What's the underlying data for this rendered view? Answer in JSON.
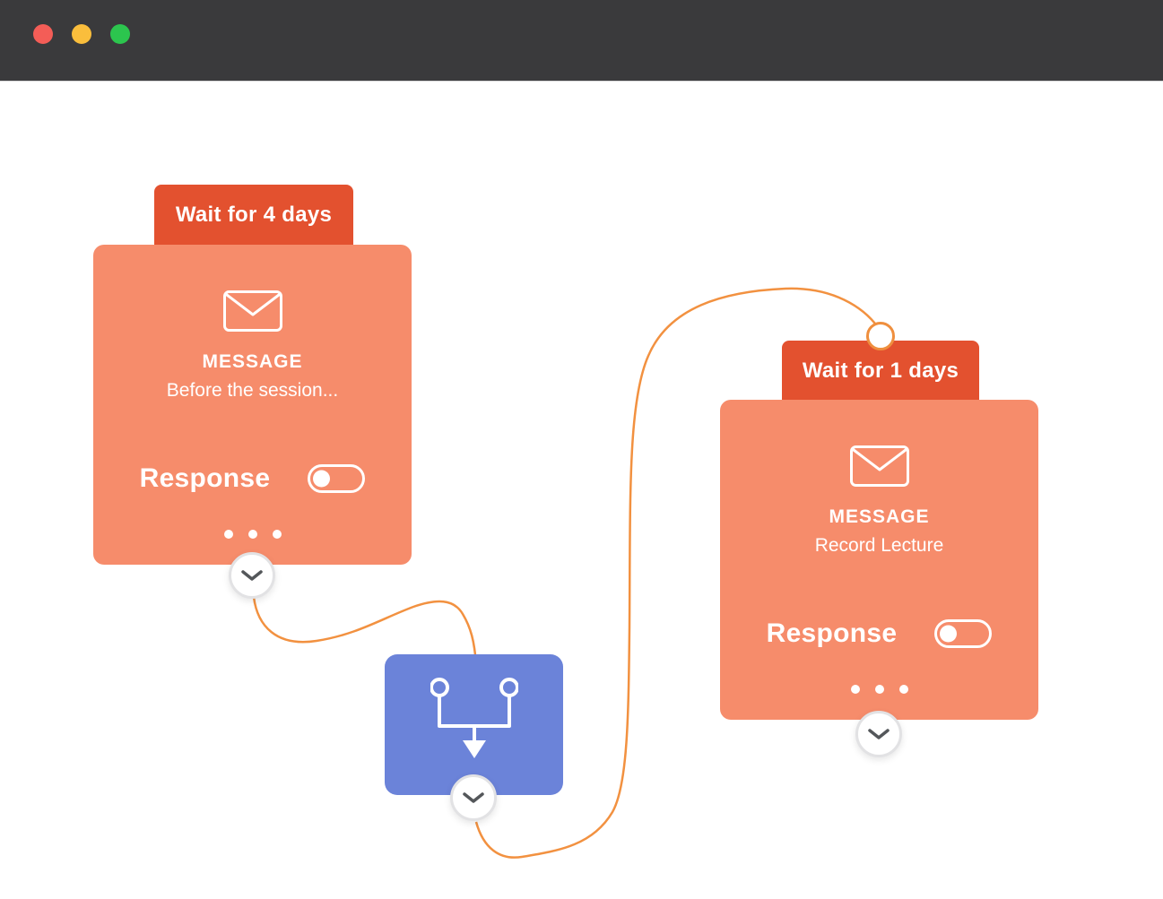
{
  "window": {
    "controls": [
      {
        "name": "close",
        "color": "#f45d57"
      },
      {
        "name": "minimize",
        "color": "#fabe3c"
      },
      {
        "name": "zoom",
        "color": "#2cc54e"
      }
    ],
    "titlebar_color": "#3a3a3c"
  },
  "colors": {
    "wait_tab": "#e3512f",
    "message_card": "#f68c6b",
    "branch_node": "#6b83d9",
    "connector_line": "#f29140",
    "canvas_background": "#ffffff"
  },
  "nodes": [
    {
      "id": "message-1",
      "kind": "message",
      "wait_label": "Wait for 4 days",
      "icon": "envelope-icon",
      "type_label": "MESSAGE",
      "title": "Before the session...",
      "response_label": "Response",
      "response_state": "off",
      "menu": "three-dots",
      "expander": "chevron-down"
    },
    {
      "id": "branch-1",
      "kind": "branch",
      "icon": "branch-split-icon",
      "expander": "chevron-down"
    },
    {
      "id": "message-2",
      "kind": "message",
      "wait_label": "Wait for 1 days",
      "icon": "envelope-icon",
      "type_label": "MESSAGE",
      "title": "Record Lecture",
      "response_label": "Response",
      "response_state": "off",
      "menu": "three-dots",
      "expander": "chevron-down",
      "incoming_connector": true
    }
  ],
  "connectors": [
    {
      "from": "message-1",
      "to": "branch-1"
    },
    {
      "from": "branch-1",
      "to": "message-2"
    }
  ]
}
